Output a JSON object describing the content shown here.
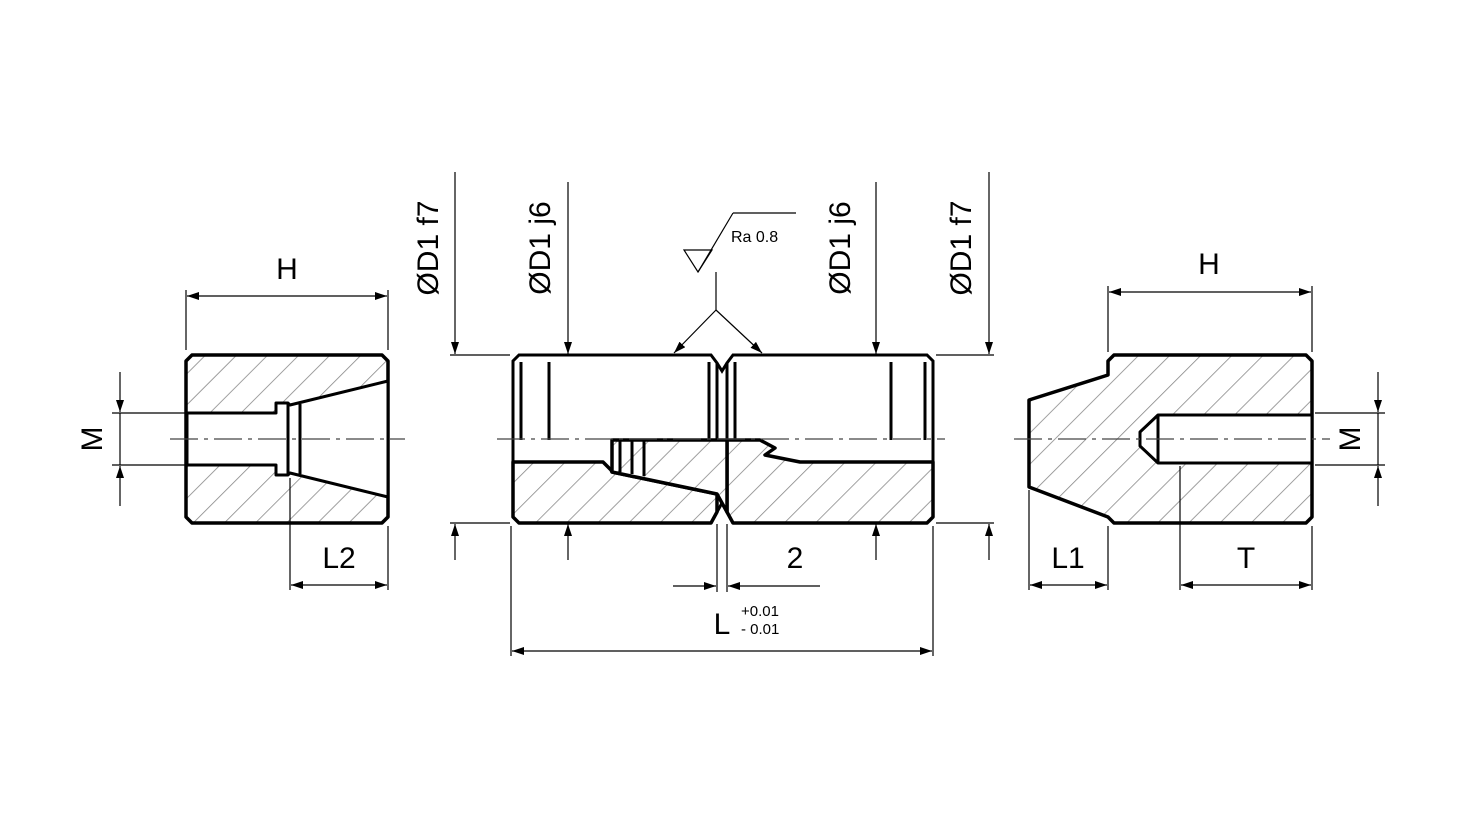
{
  "left_view": {
    "height_label": "H",
    "thread_label": "M",
    "length_label": "L2"
  },
  "middle_view": {
    "outer_diameter_left": "ØD1 f7",
    "fit_diameter_left": "ØD1 j6",
    "fit_diameter_right": "ØD1 j6",
    "outer_diameter_right": "ØD1 f7",
    "surface_roughness": "Ra 0.8",
    "groove_width": "2",
    "length_label": "L",
    "tolerance_upper": "+0.01",
    "tolerance_lower": "- 0.01"
  },
  "right_view": {
    "height_label": "H",
    "thread_label": "M",
    "length_label": "L1",
    "depth_label": "T"
  },
  "colors": {
    "line": "#000000",
    "hatch": "#888888",
    "background": "#ffffff"
  }
}
